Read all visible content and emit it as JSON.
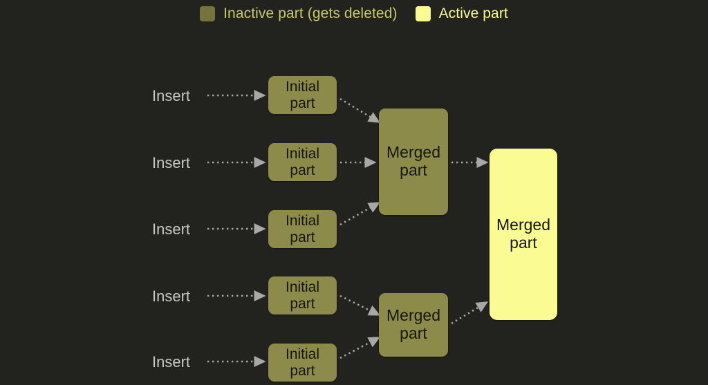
{
  "legend": {
    "items": [
      {
        "label": "Inactive part (gets deleted)",
        "color": "#75743c",
        "state": "inactive"
      },
      {
        "label": "Active part",
        "color": "#fbfb93",
        "state": "active"
      }
    ]
  },
  "colors": {
    "background": "#22221e",
    "inactive_fill": "#8c8b49",
    "active_fill": "#fbfb93",
    "node_text": "#15150f",
    "insert_text": "#c8c8c8",
    "arrow": "#a8a8a8"
  },
  "inserts": [
    {
      "label": "Insert"
    },
    {
      "label": "Insert"
    },
    {
      "label": "Insert"
    },
    {
      "label": "Insert"
    },
    {
      "label": "Insert"
    }
  ],
  "initial_parts": [
    {
      "label": "Initial\npart"
    },
    {
      "label": "Initial\npart"
    },
    {
      "label": "Initial\npart"
    },
    {
      "label": "Initial\npart"
    },
    {
      "label": "Initial\npart"
    }
  ],
  "merged_parts": [
    {
      "label": "Merged\npart"
    },
    {
      "label": "Merged\npart"
    }
  ],
  "final_part": {
    "label": "Merged\npart"
  }
}
